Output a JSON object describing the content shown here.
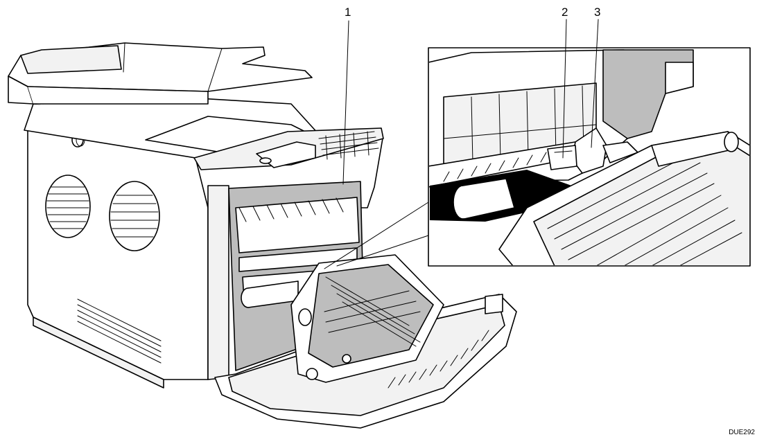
{
  "callouts": [
    {
      "number": "1"
    },
    {
      "number": "2"
    },
    {
      "number": "3"
    }
  ],
  "figure_code": "DUE292"
}
